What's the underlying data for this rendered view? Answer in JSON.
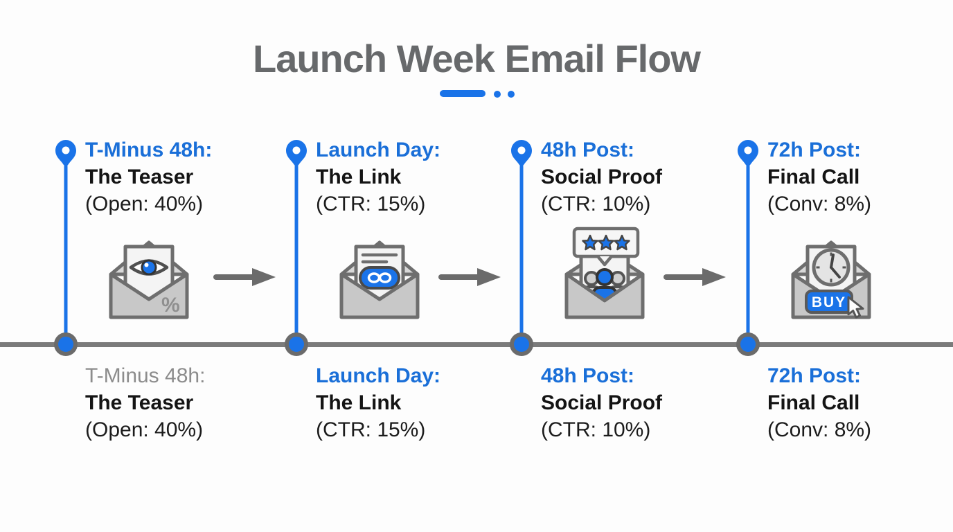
{
  "title": "Launch Week Email Flow",
  "palette": {
    "accent_blue": "#1a73e8",
    "title_gray": "#67696b",
    "ink_black": "#141414",
    "muted_gray": "#8c8c8c",
    "timeline_gray": "#7b7b7b",
    "envelope_gray": "#c8c8c8"
  },
  "decor": {
    "underline_icon": "title-underline-dash-and-dots",
    "arrow_icon": "right-arrow"
  },
  "stages": [
    {
      "time_label": "T-Minus 48h:",
      "name": "The Teaser",
      "metric": "(Open: 40%)",
      "icon": "open-tracking-envelope-icon",
      "icon_symbol": "%"
    },
    {
      "time_label": "Launch Day:",
      "name": "The Link",
      "metric": "(CTR: 15%)",
      "icon": "link-envelope-icon"
    },
    {
      "time_label": "48h Post:",
      "name": "Social Proof",
      "metric": "(CTR: 10%)",
      "icon": "social-proof-envelope-icon"
    },
    {
      "time_label": "72h Post:",
      "name": "Final Call",
      "metric": "(Conv: 8%)",
      "icon": "buy-now-envelope-icon",
      "icon_button_label": "BUY"
    }
  ]
}
